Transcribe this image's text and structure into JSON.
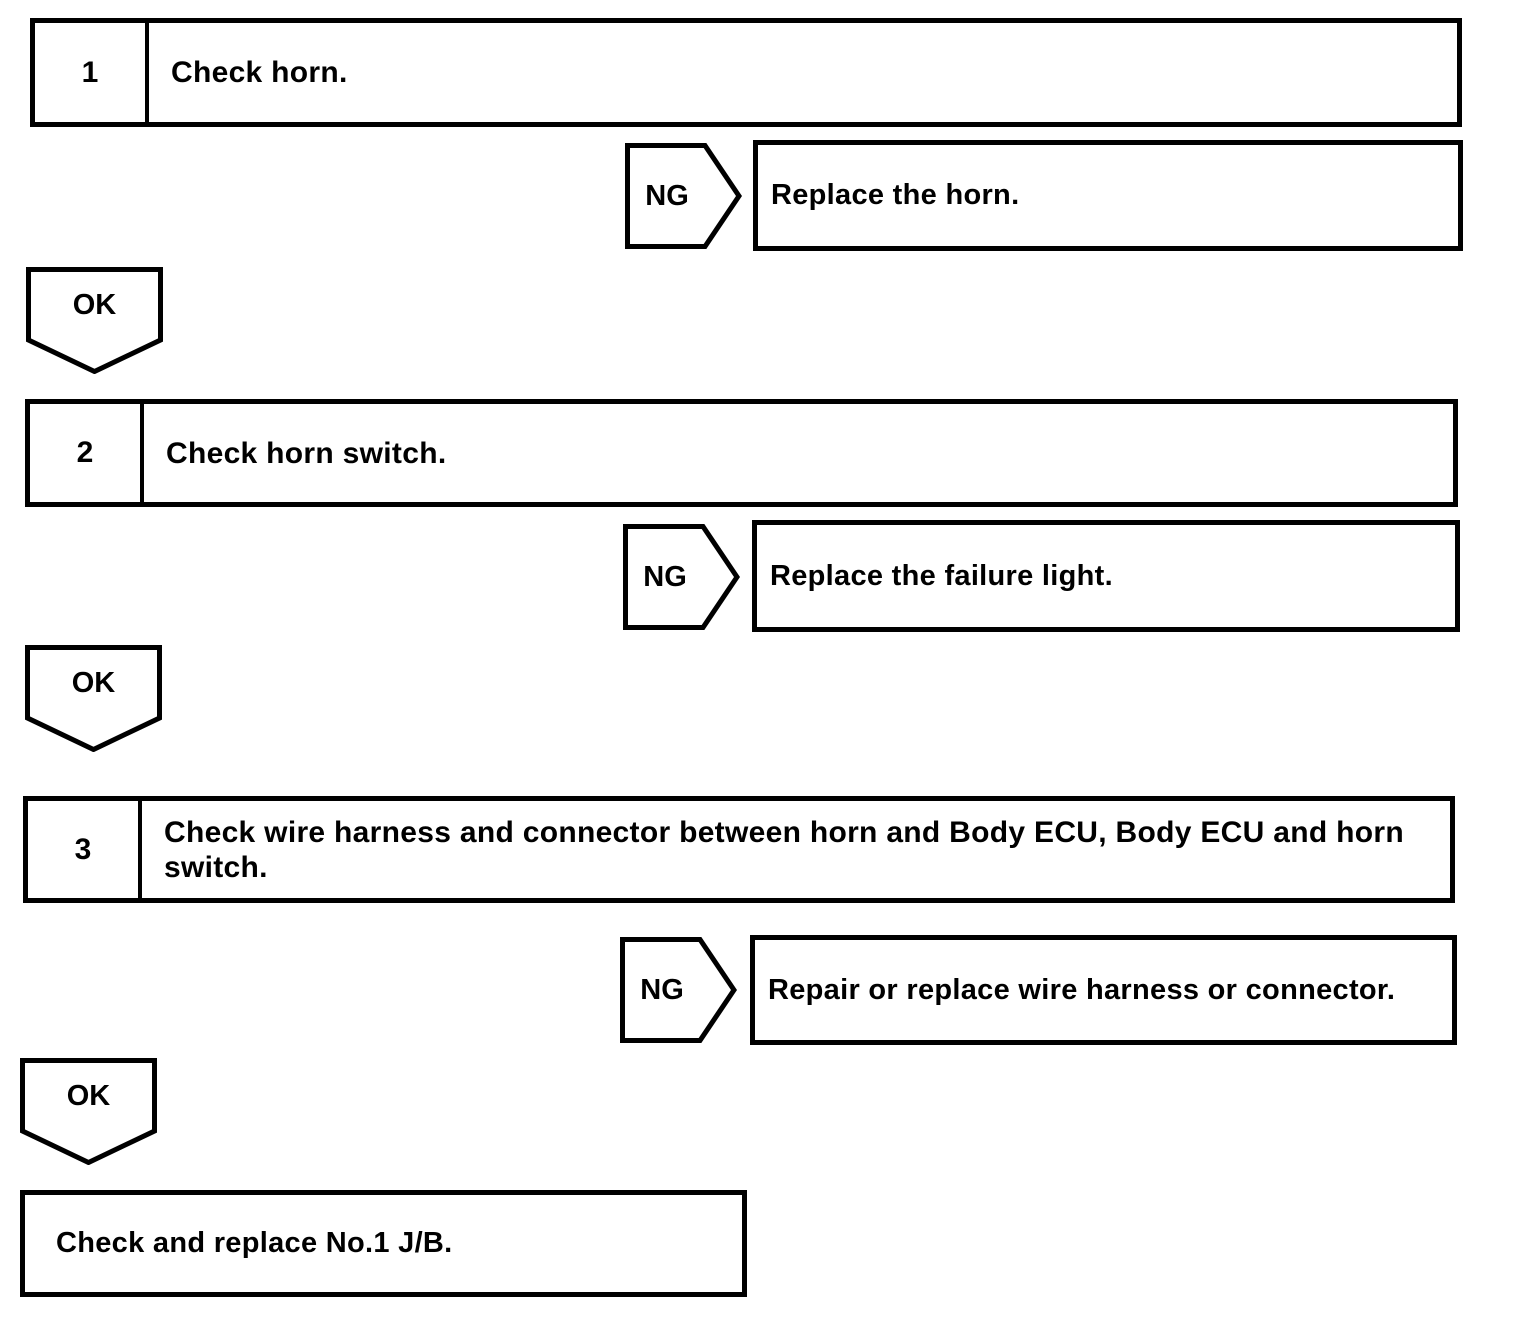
{
  "flowchart": {
    "steps": [
      {
        "number": "1",
        "instruction": "Check horn.",
        "ng_label": "NG",
        "ng_action": "Replace the horn.",
        "ok_label": "OK"
      },
      {
        "number": "2",
        "instruction": "Check horn switch.",
        "ng_label": "NG",
        "ng_action": "Replace the failure light.",
        "ok_label": "OK"
      },
      {
        "number": "3",
        "instruction": "Check wire harness and connector between horn and Body ECU, Body ECU and horn switch.",
        "ng_label": "NG",
        "ng_action": "Repair or replace wire harness or connector.",
        "ok_label": "OK"
      }
    ],
    "final_action": "Check and replace No.1 J/B.",
    "colors": {
      "line": "#000000",
      "background": "#ffffff"
    }
  }
}
